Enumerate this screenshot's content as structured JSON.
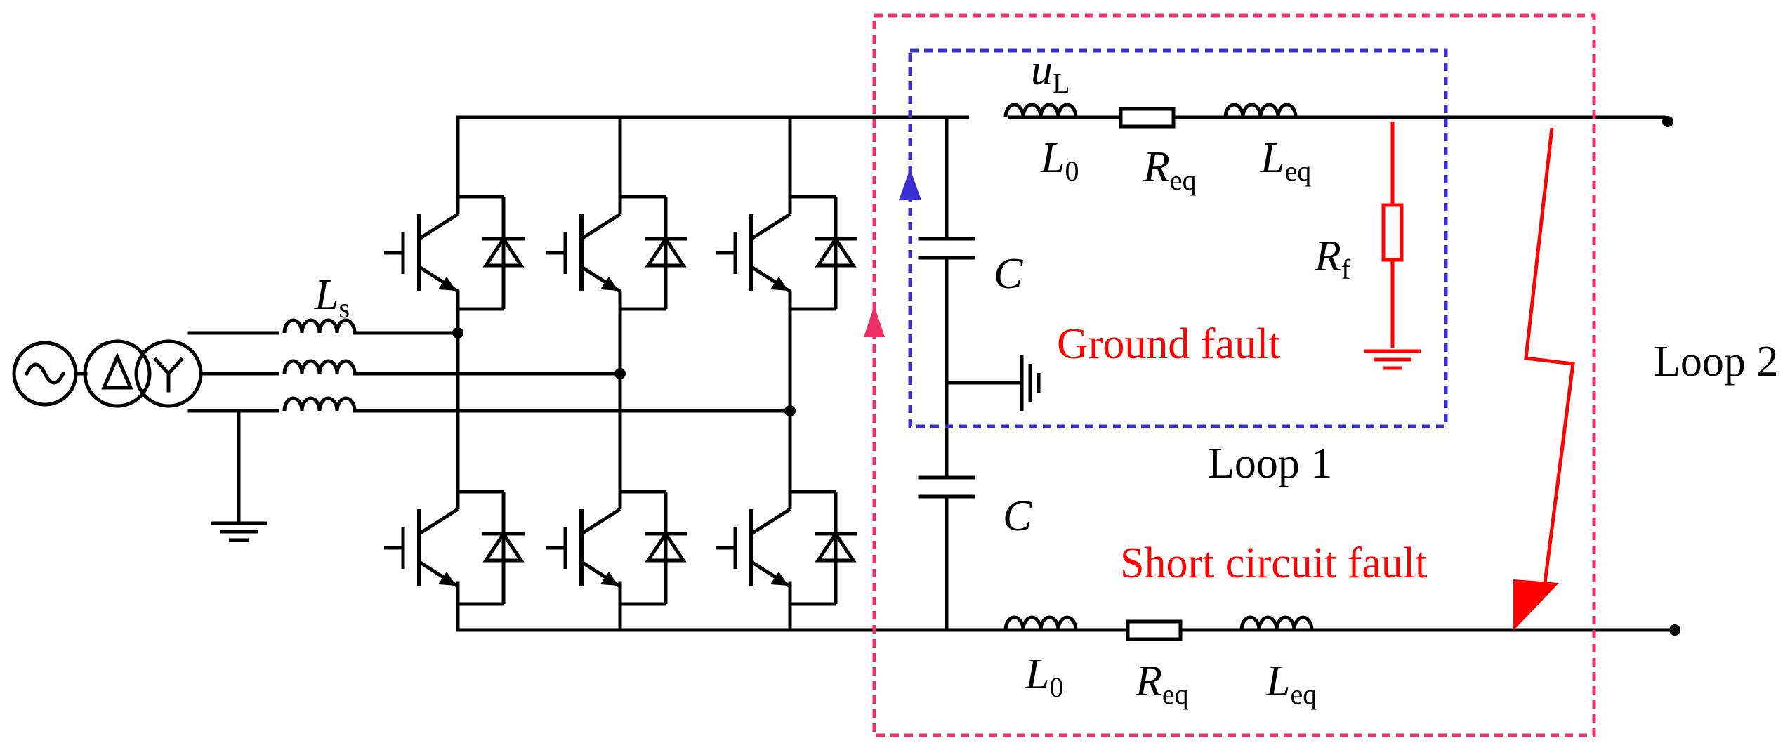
{
  "labels": {
    "uL": {
      "main": "u",
      "sub": "L"
    },
    "Ls": {
      "main": "L",
      "sub": "s"
    },
    "L0_top": {
      "main": "L",
      "sub": "0"
    },
    "Req_top": {
      "main": "R",
      "sub": "eq"
    },
    "Leq_top": {
      "main": "L",
      "sub": "eq"
    },
    "L0_bot": {
      "main": "L",
      "sub": "0"
    },
    "Req_bot": {
      "main": "R",
      "sub": "eq"
    },
    "Leq_bot": {
      "main": "L",
      "sub": "eq"
    },
    "Rf": {
      "main": "R",
      "sub": "f"
    },
    "C_top": "C",
    "C_bot": "C",
    "ground_fault": "Ground fault",
    "short_circuit_fault": "Short circuit fault",
    "loop1": "Loop 1",
    "loop2": "Loop 2"
  },
  "colors": {
    "wire": "#000000",
    "fault": "#ff0000",
    "loop1": "#3a2fcf",
    "loop2": "#f03068"
  }
}
